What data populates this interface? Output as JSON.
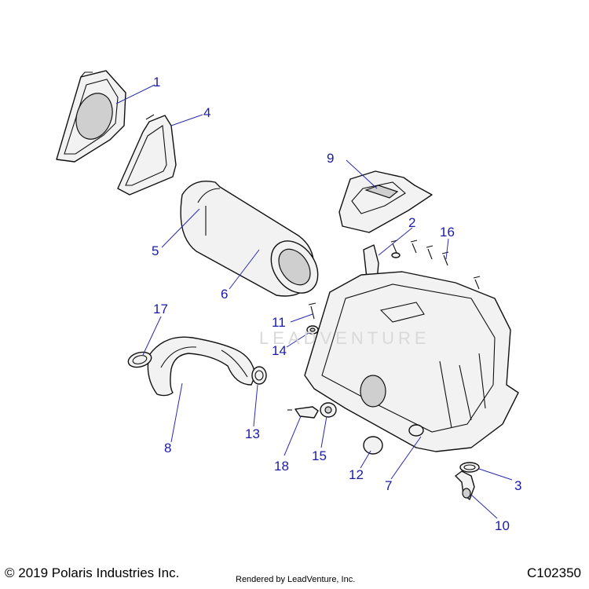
{
  "callouts": {
    "c1": "1",
    "c2": "2",
    "c3": "3",
    "c4": "4",
    "c5": "5",
    "c6": "6",
    "c7": "7",
    "c8": "8",
    "c9": "9",
    "c10": "10",
    "c11": "11",
    "c12": "12",
    "c13": "13",
    "c14": "14",
    "c15": "15",
    "c16": "16",
    "c17": "17",
    "c18": "18"
  },
  "footer": {
    "copyright": "© 2019 Polaris Industries Inc.",
    "rendered_by": "Rendered by LeadVenture, Inc.",
    "doc_number": "C102350"
  },
  "watermark": "LEADVENTURE",
  "colors": {
    "callout": "#1a1aa8",
    "line": "#111111",
    "fill": "#f2f2f2"
  }
}
